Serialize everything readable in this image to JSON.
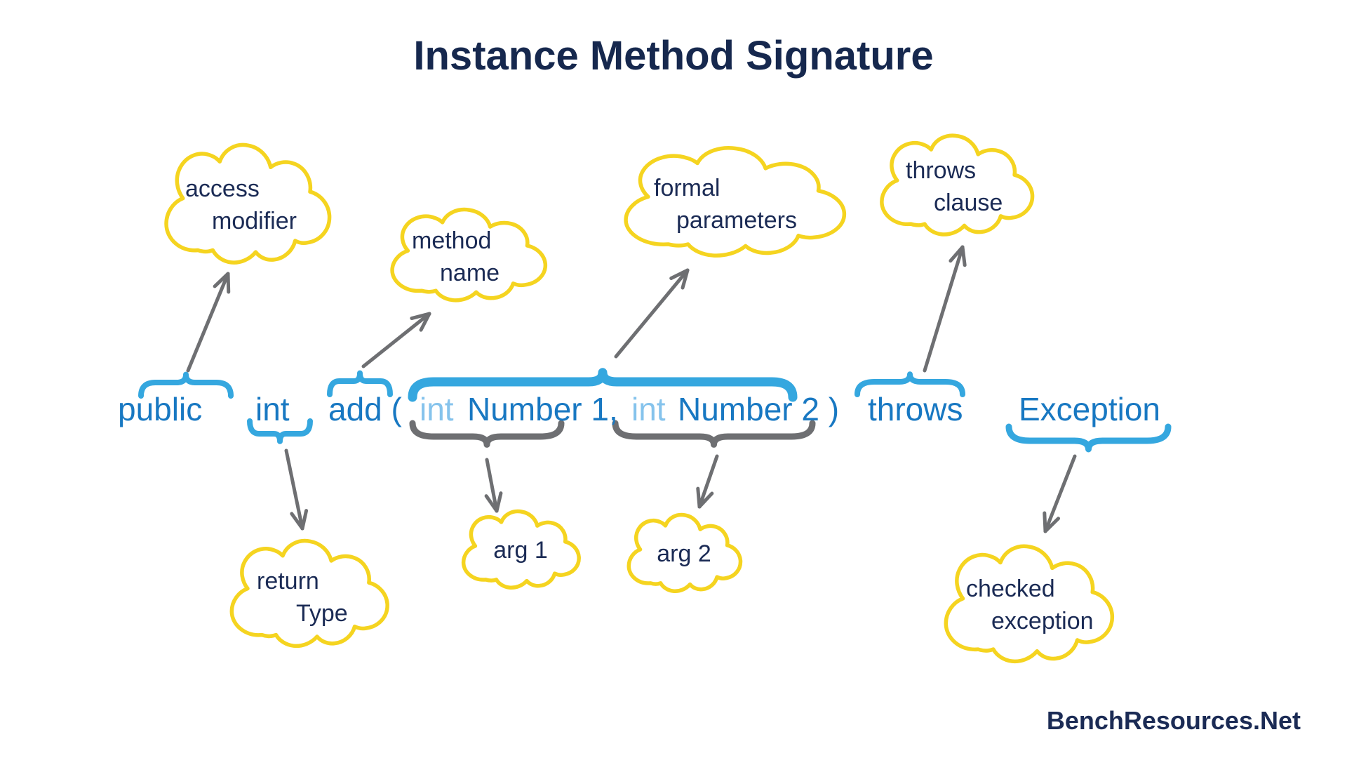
{
  "title": "Instance Method Signature",
  "watermark": "BenchResources.Net",
  "colors": {
    "navy_text": "#16284e",
    "code_blue": "#1878c2",
    "param_type_light_blue": "#85c3ec",
    "brace_blue": "#35a7df",
    "connector_gray": "#6e6f72",
    "cloud_yellow": "#f5d420"
  },
  "code": {
    "access_modifier_kw": "public",
    "return_type_kw": "int",
    "method_name_open": "add (",
    "param1_type": "int",
    "param1_name": "Number 1,",
    "param2_type": "int",
    "param2_name": "Number 2 )",
    "throws_kw": "throws",
    "exception_type": "Exception"
  },
  "clouds": [
    {
      "id": "access-modifier",
      "lines": [
        "access",
        "modifier"
      ]
    },
    {
      "id": "method-name",
      "lines": [
        "method",
        "name"
      ]
    },
    {
      "id": "formal-parameters",
      "lines": [
        "formal",
        "parameters"
      ]
    },
    {
      "id": "throws-clause",
      "lines": [
        "throws",
        "clause"
      ]
    },
    {
      "id": "return-type",
      "lines": [
        "return",
        "Type"
      ]
    },
    {
      "id": "arg-1",
      "lines": [
        "arg 1"
      ]
    },
    {
      "id": "arg-2",
      "lines": [
        "arg 2"
      ]
    },
    {
      "id": "checked-exception",
      "lines": [
        "checked",
        "exception"
      ]
    }
  ]
}
